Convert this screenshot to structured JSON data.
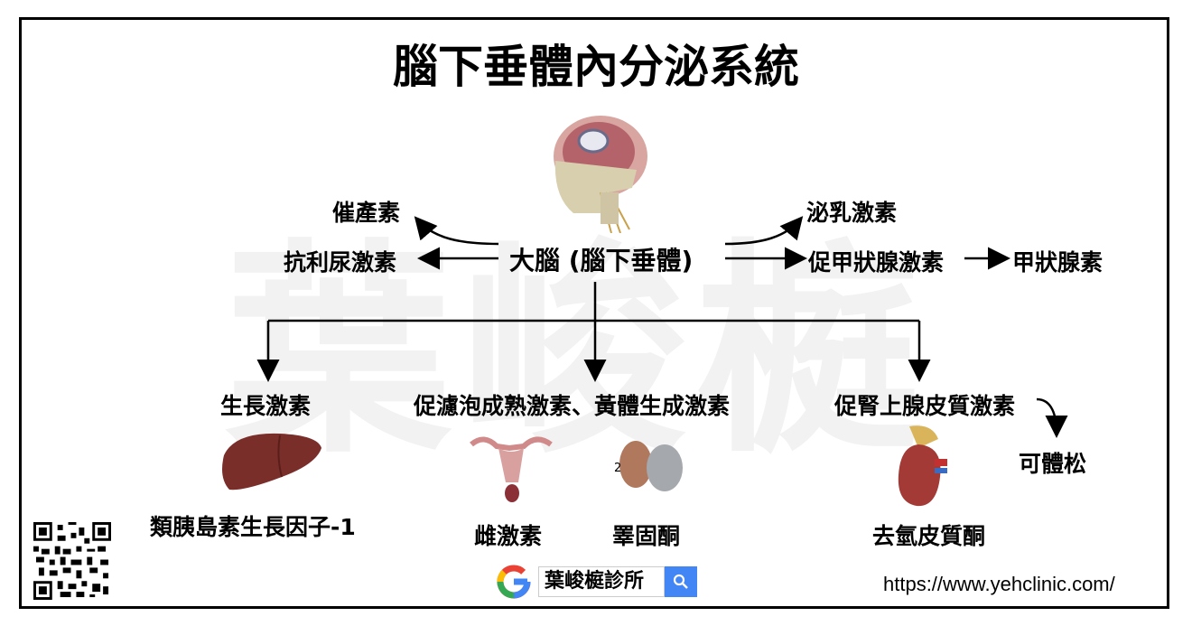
{
  "watermark": "葉峻榳",
  "title": "腦下垂體內分泌系統",
  "center": "大腦 (腦下垂體)",
  "left_top": "催產素",
  "left_bottom": "抗利尿激素",
  "right_top": "泌乳激素",
  "right_mid": "促甲狀腺激素",
  "right_end": "甲狀腺素",
  "branch_left": "生長激素",
  "branch_left_product": "類胰島素生長因子-1",
  "branch_mid": "促濾泡成熟激素、黃體生成激素",
  "branch_mid_product_1": "雌激素",
  "branch_mid_product_2": "睪固酮",
  "branch_right": "促腎上腺皮質激素",
  "branch_right_product_1": "去氫皮質酮",
  "branch_right_product_2": "可體松",
  "testis_number": "2",
  "search_text": "葉峻榳診所",
  "url": "https://www.yehclinic.com/"
}
